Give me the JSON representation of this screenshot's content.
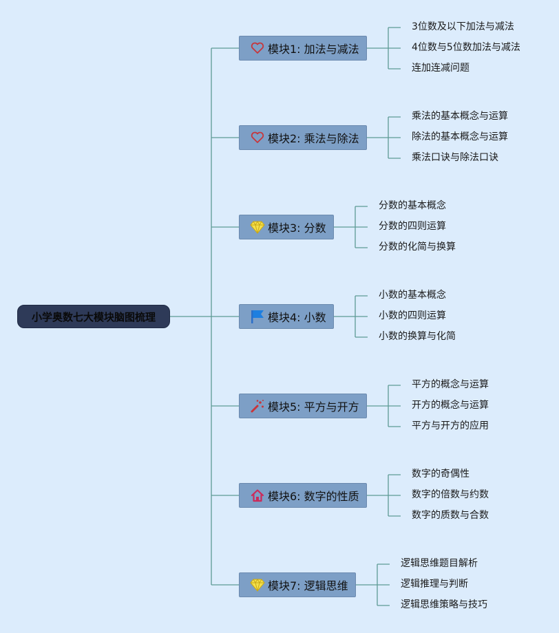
{
  "root": {
    "label": "小学奥数七大模块脑图梳理"
  },
  "modules": [
    {
      "label": "模块1: 加法与减法",
      "icon": "heart-icon",
      "items": [
        "3位数及以下加法与减法",
        "4位数与5位数加法与减法",
        "连加连减问题"
      ]
    },
    {
      "label": "模块2: 乘法与除法",
      "icon": "heart-icon",
      "items": [
        "乘法的基本概念与运算",
        "除法的基本概念与运算",
        "乘法口诀与除法口诀"
      ]
    },
    {
      "label": "模块3: 分数",
      "icon": "gem-icon",
      "items": [
        "分数的基本概念",
        "分数的四则运算",
        "分数的化简与换算"
      ]
    },
    {
      "label": "模块4: 小数",
      "icon": "flag-icon",
      "items": [
        "小数的基本概念",
        "小数的四则运算",
        "小数的换算与化简"
      ]
    },
    {
      "label": "模块5: 平方与开方",
      "icon": "magic-wand-icon",
      "items": [
        "平方的概念与运算",
        "开方的概念与运算",
        "平方与开方的应用"
      ]
    },
    {
      "label": "模块6: 数字的性质",
      "icon": "house-icon",
      "items": [
        "数字的奇偶性",
        "数字的倍数与约数",
        "数字的质数与合数"
      ]
    },
    {
      "label": "模块7: 逻辑思维",
      "icon": "gem-icon",
      "items": [
        "逻辑思维题目解析",
        "逻辑推理与判断",
        "逻辑思维策略与技巧"
      ]
    }
  ],
  "colors": {
    "background": "#dcecfc",
    "root": "#2e3a58",
    "module": "#7d9fc6",
    "connector": "#5d9a94"
  }
}
